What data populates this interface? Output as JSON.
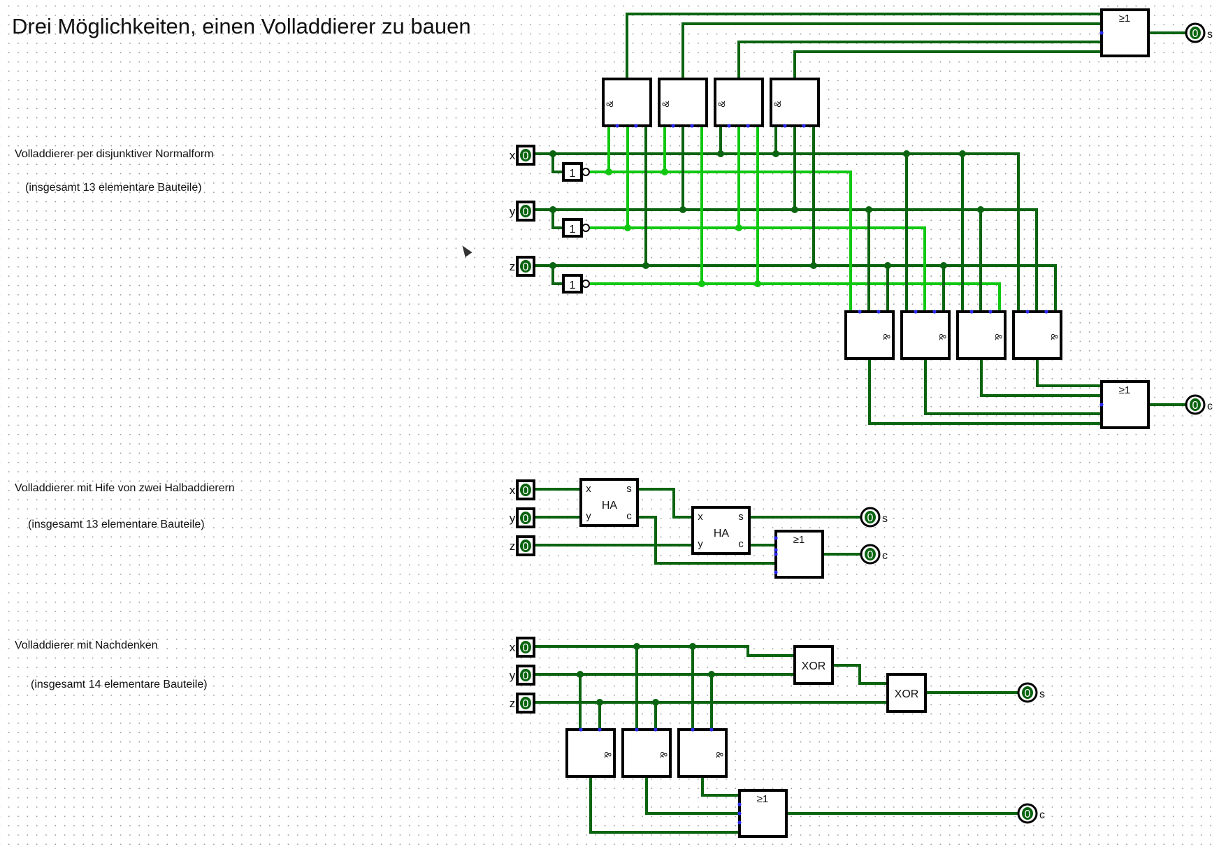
{
  "title": "Drei Möglichkeiten, einen Volladdierer zu bauen",
  "sections": [
    {
      "heading": "Volladdierer per disjunktiver Normalform",
      "note": "(insgesamt 13 elementare Bauteile)"
    },
    {
      "heading": "Volladdierer mit Hife von zwei Halbaddierern",
      "note": "(insgesamt 13 elementare Bauteile)"
    },
    {
      "heading": "Volladdierer mit Nachdenken",
      "note": "(insgesamt 14 elementare Bauteile)"
    }
  ],
  "pins": {
    "inputs": [
      "x",
      "y",
      "z"
    ],
    "outputs": [
      "s",
      "c"
    ],
    "value": "0"
  },
  "gates": {
    "and_symbol": "&",
    "or_symbol": "≥1",
    "not_symbol": "1",
    "xor_label": "XOR",
    "ha_label": "HA",
    "ha_pins": {
      "in1": "x",
      "in2": "y",
      "out1": "s",
      "out2": "c"
    }
  },
  "colors": {
    "wire_off": "#0a6410",
    "wire_on": "#10c810",
    "gate_border": "#000000",
    "pin_port": "#2a2af0",
    "pin_fill": "#0a6410"
  }
}
